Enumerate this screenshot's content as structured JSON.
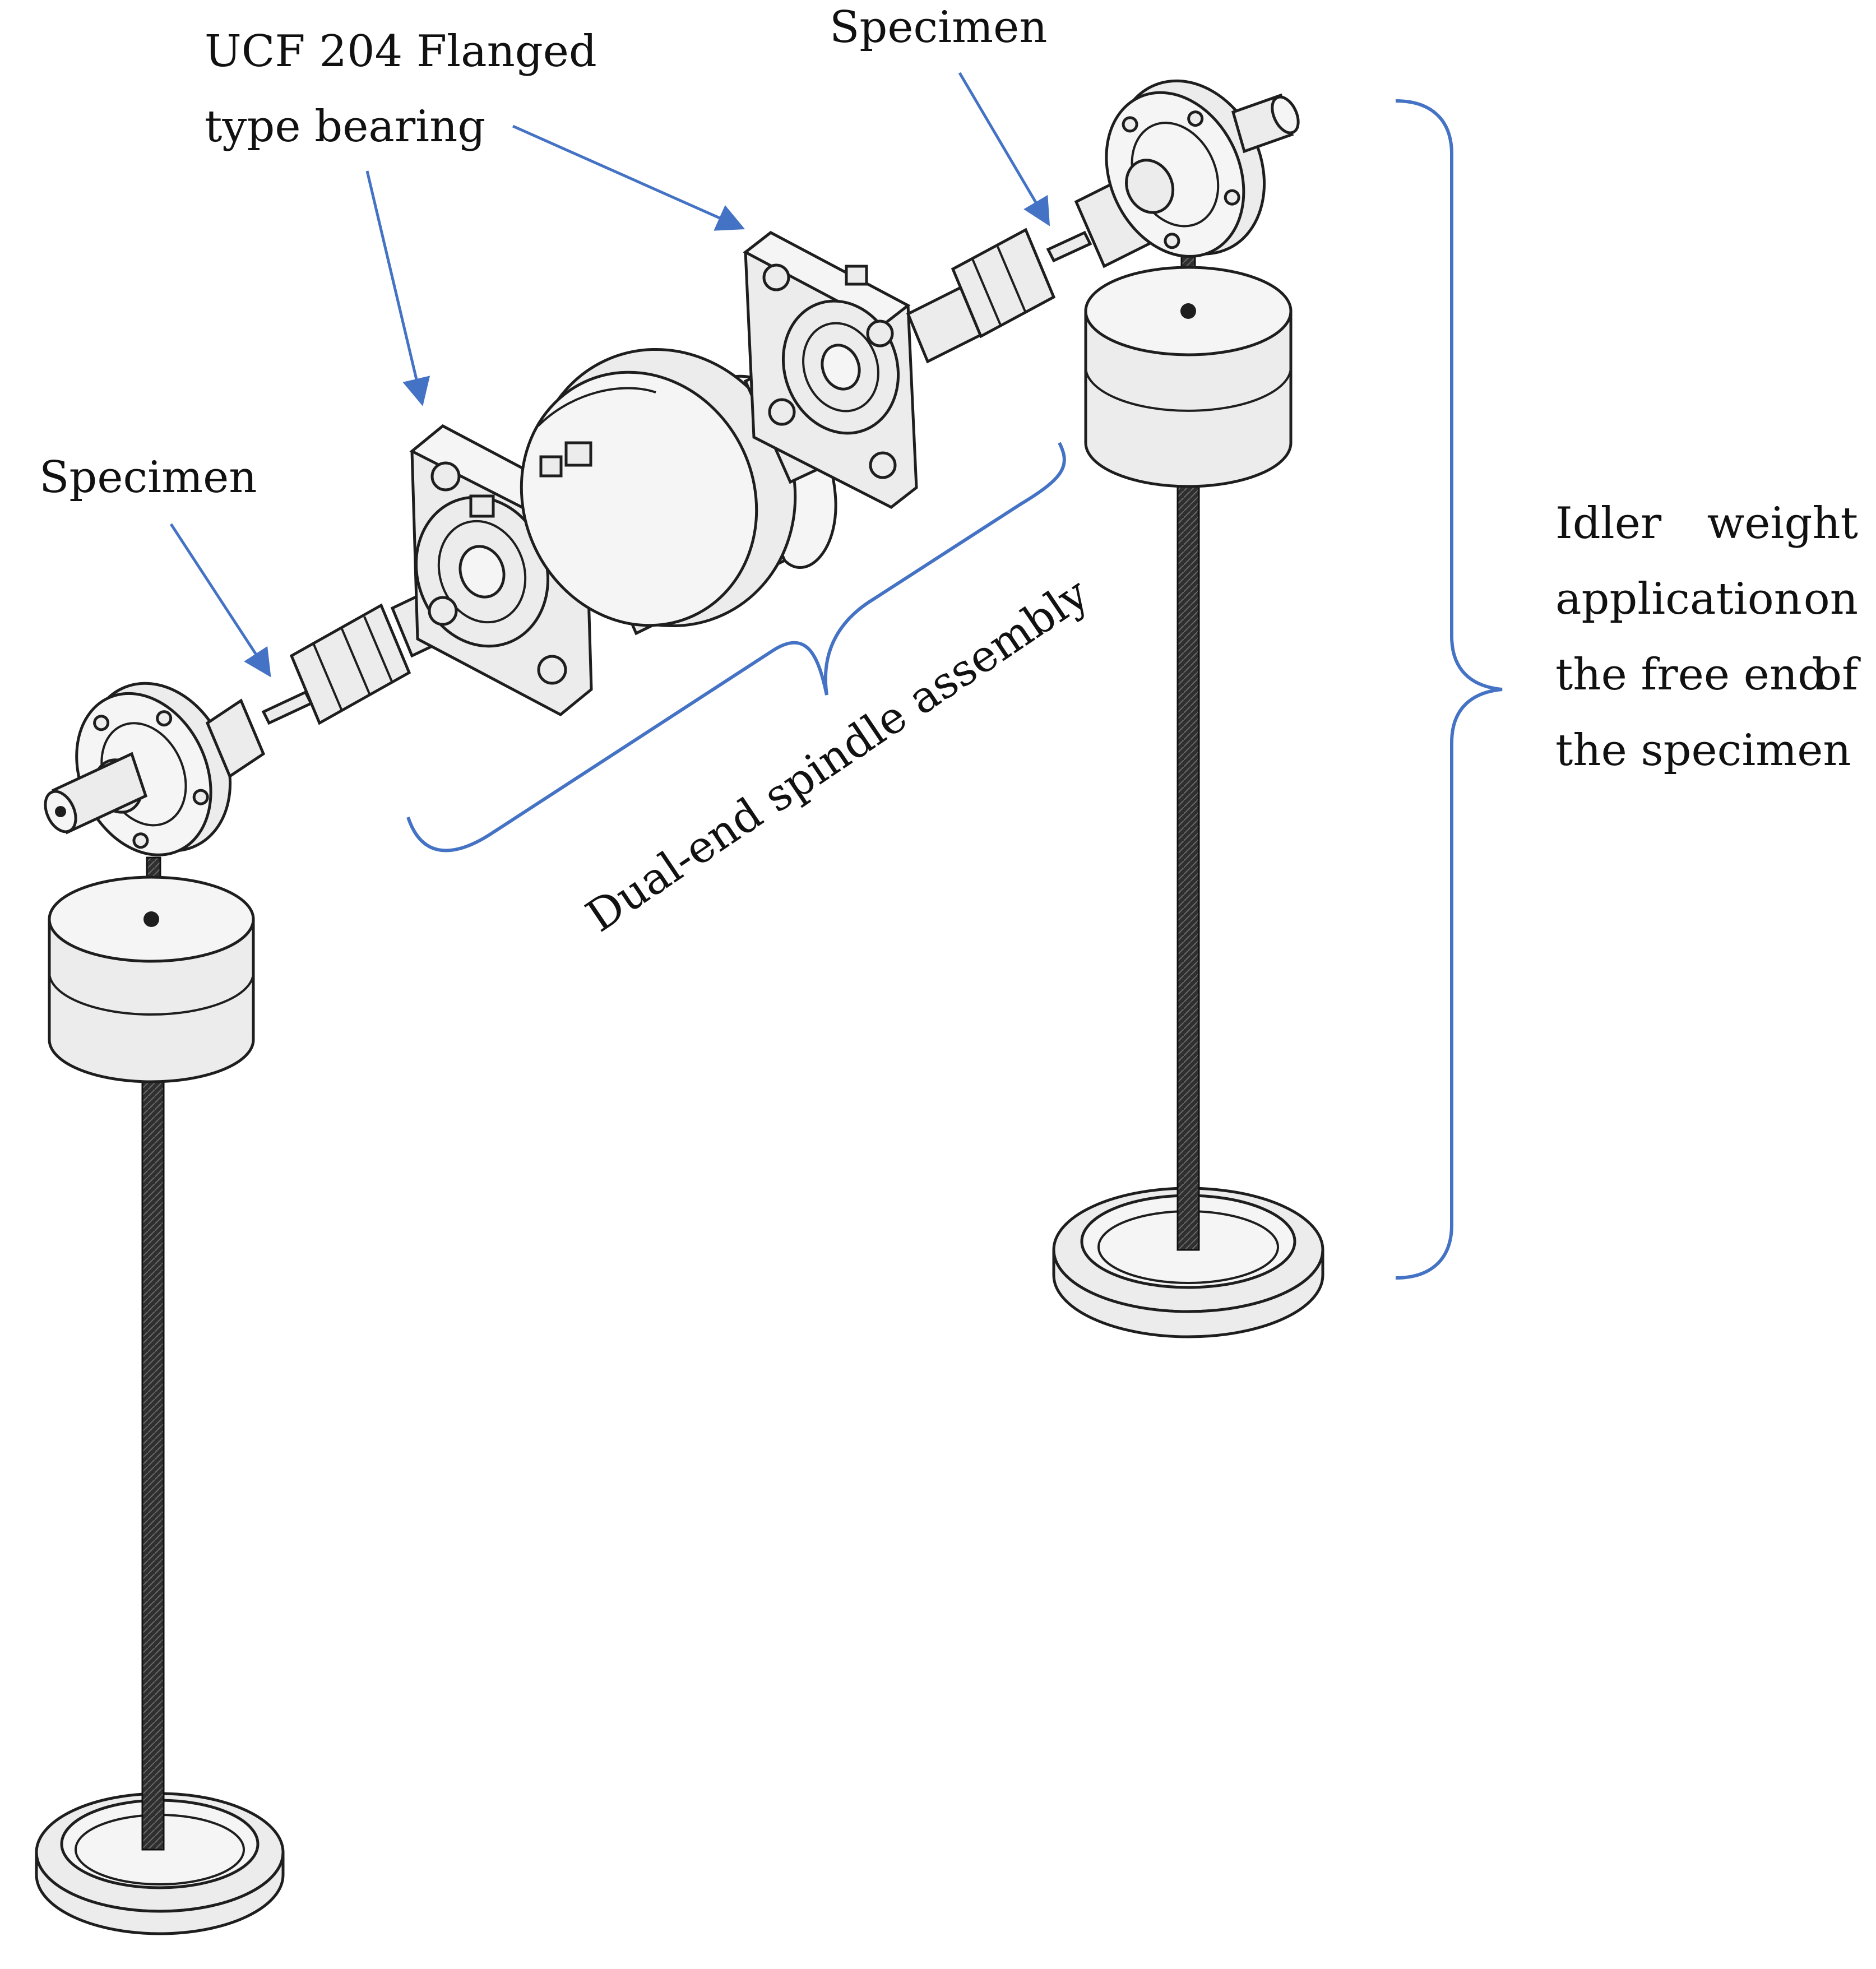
{
  "labels": {
    "bearing_line1": "UCF 204 Flanged",
    "bearing_line2": "type bearing",
    "specimen_left": "Specimen",
    "specimen_right": "Specimen",
    "spindle_assembly": "Dual-end spindle assembly",
    "idler_line1_left": "Idler",
    "idler_line1_right": "weight",
    "idler_line2_left": "application",
    "idler_line2_right": "on",
    "idler_line3_left": "the free end",
    "idler_line3_right": "of",
    "idler_line4": "the specimen"
  },
  "colors": {
    "annotation": "#4472c4",
    "drawing": "#1e1e1e",
    "part_fill": "#ececec",
    "rod": "#2a2a2a"
  }
}
